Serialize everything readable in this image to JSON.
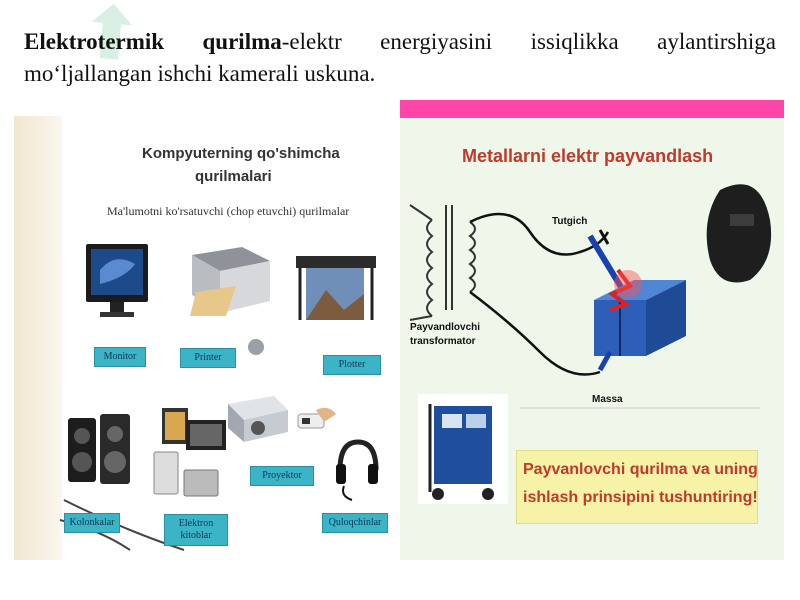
{
  "title": {
    "bold": "Elektrotermik qurilma",
    "rest": "-elektr energiyasini issiqlikka aylantirshiga mo‘ljallangan ishchi kamerali uskuna."
  },
  "left_panel": {
    "heading_line1": "Kompyuterning qo'shimcha",
    "heading_line2": "qurilmalari",
    "subheading": "Ma'lumotni ko'rsatuvchi (chop etuvchi) qurilmalar",
    "labels": {
      "monitor": "Monitor",
      "printer": "Printer",
      "plotter": "Plotter",
      "speakers": "Kolonkalar",
      "book_reader": "Elektron kitoblar",
      "projector": "Proyektor",
      "headphones": "Quloqchinlar"
    }
  },
  "right_panel": {
    "heading": "Metallarni elektr payvandlash",
    "electrode_label": "Tutgich",
    "transformer_label_line1": "Payvandlovchi",
    "transformer_label_line2": "transformator",
    "ground_label": "Massa",
    "question_line1": "Payvanlovchi  qurilma va uning",
    "question_line2": "ishlash prinsipini tushuntiring!"
  },
  "colors": {
    "label_bg": "#3bb4c8",
    "heading_red": "#c0392b",
    "note_bg": "#f6f3a8",
    "right_bg": "#eef7ea"
  }
}
